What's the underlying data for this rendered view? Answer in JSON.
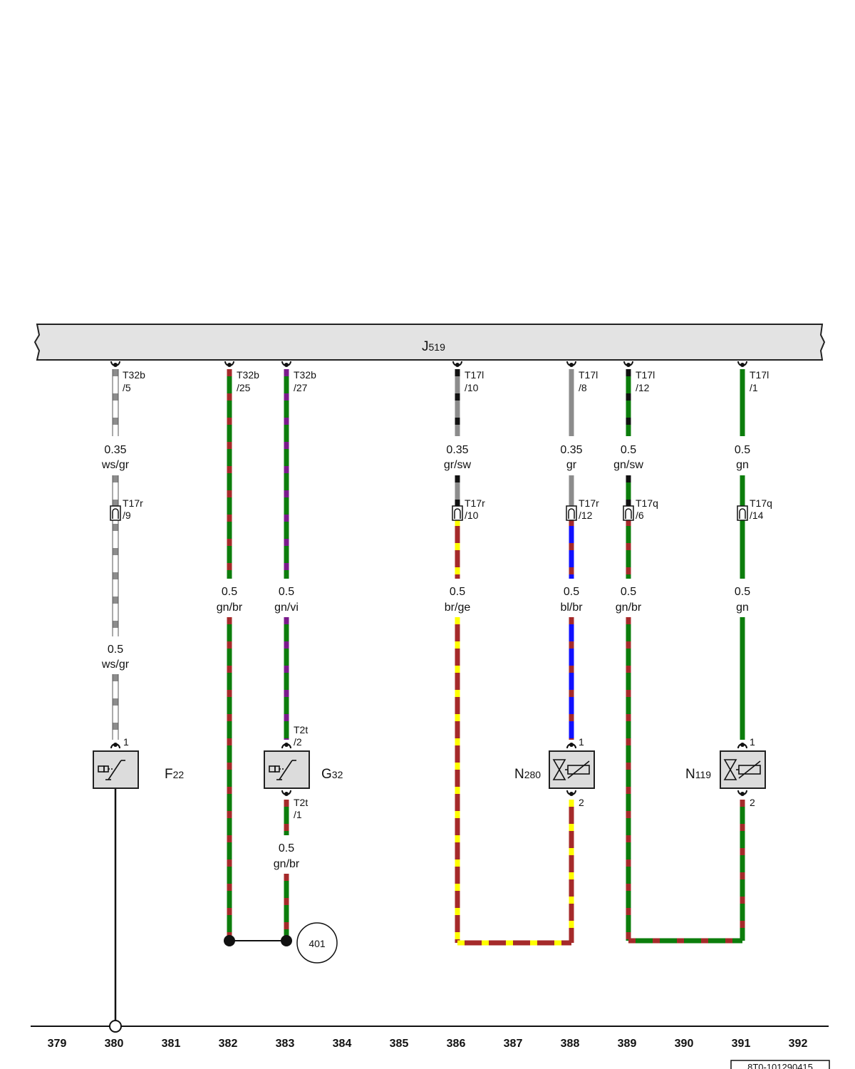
{
  "colors": {
    "ws": "#ffffff",
    "gr": "#8c8c8c",
    "sw": "#111111",
    "gn": "#0c7d0c",
    "br": "#a52a2a",
    "vi": "#7a1a8c",
    "bl": "#1010ff",
    "ge": "#ffff00",
    "component_fill": "#dcdcdc",
    "bar_fill": "#e3e3e3"
  },
  "control_unit": {
    "name": "J",
    "sub": "519"
  },
  "track_numbers": [
    "379",
    "380",
    "381",
    "382",
    "383",
    "384",
    "385",
    "386",
    "387",
    "388",
    "389",
    "390",
    "391",
    "392"
  ],
  "doc_id": "8T0-101290415",
  "ground_ref": "401",
  "components": [
    {
      "id": "F",
      "sub": "22",
      "type": "switch",
      "pins": [
        "1"
      ]
    },
    {
      "id": "G",
      "sub": "32",
      "type": "switch",
      "pins": [
        "T2t",
        "/2",
        "T2t",
        "/1"
      ]
    },
    {
      "id": "N",
      "sub": "280",
      "type": "valve",
      "pins": [
        "1",
        "2"
      ]
    },
    {
      "id": "N",
      "sub": "119",
      "type": "valve",
      "pins": [
        "1",
        "2"
      ]
    }
  ],
  "wires": [
    {
      "track": "380",
      "connectors": [
        {
          "name": "T32b",
          "pin": "/5"
        },
        {
          "name": "T17r",
          "pin": "/9"
        }
      ],
      "segments": [
        {
          "size": "0.35",
          "color": "ws/gr"
        },
        {
          "size": "0.5",
          "color": "ws/gr"
        }
      ]
    },
    {
      "track": "382",
      "connectors": [
        {
          "name": "T32b",
          "pin": "/25"
        }
      ],
      "segments": [
        {
          "size": "0.5",
          "color": "gn/br"
        }
      ]
    },
    {
      "track": "383",
      "connectors": [
        {
          "name": "T32b",
          "pin": "/27"
        }
      ],
      "segments": [
        {
          "size": "0.5",
          "color": "gn/vi"
        },
        {
          "size": "0.5",
          "color": "gn/br"
        }
      ]
    },
    {
      "track": "386",
      "connectors": [
        {
          "name": "T17l",
          "pin": "/10"
        },
        {
          "name": "T17r",
          "pin": "/10"
        }
      ],
      "segments": [
        {
          "size": "0.35",
          "color": "gr/sw"
        },
        {
          "size": "0.5",
          "color": "br/ge"
        }
      ]
    },
    {
      "track": "388",
      "connectors": [
        {
          "name": "T17l",
          "pin": "/8"
        },
        {
          "name": "T17r",
          "pin": "/12"
        }
      ],
      "segments": [
        {
          "size": "0.35",
          "color": "gr"
        },
        {
          "size": "0.5",
          "color": "bl/br"
        }
      ]
    },
    {
      "track": "389",
      "connectors": [
        {
          "name": "T17l",
          "pin": "/12"
        },
        {
          "name": "T17q",
          "pin": "/6"
        }
      ],
      "segments": [
        {
          "size": "0.5",
          "color": "gn/sw"
        },
        {
          "size": "0.5",
          "color": "gn/br"
        }
      ]
    },
    {
      "track": "391",
      "connectors": [
        {
          "name": "T17l",
          "pin": "/1"
        },
        {
          "name": "T17q",
          "pin": "/14"
        }
      ],
      "segments": [
        {
          "size": "0.5",
          "color": "gn"
        },
        {
          "size": "0.5",
          "color": "gn"
        }
      ]
    }
  ]
}
